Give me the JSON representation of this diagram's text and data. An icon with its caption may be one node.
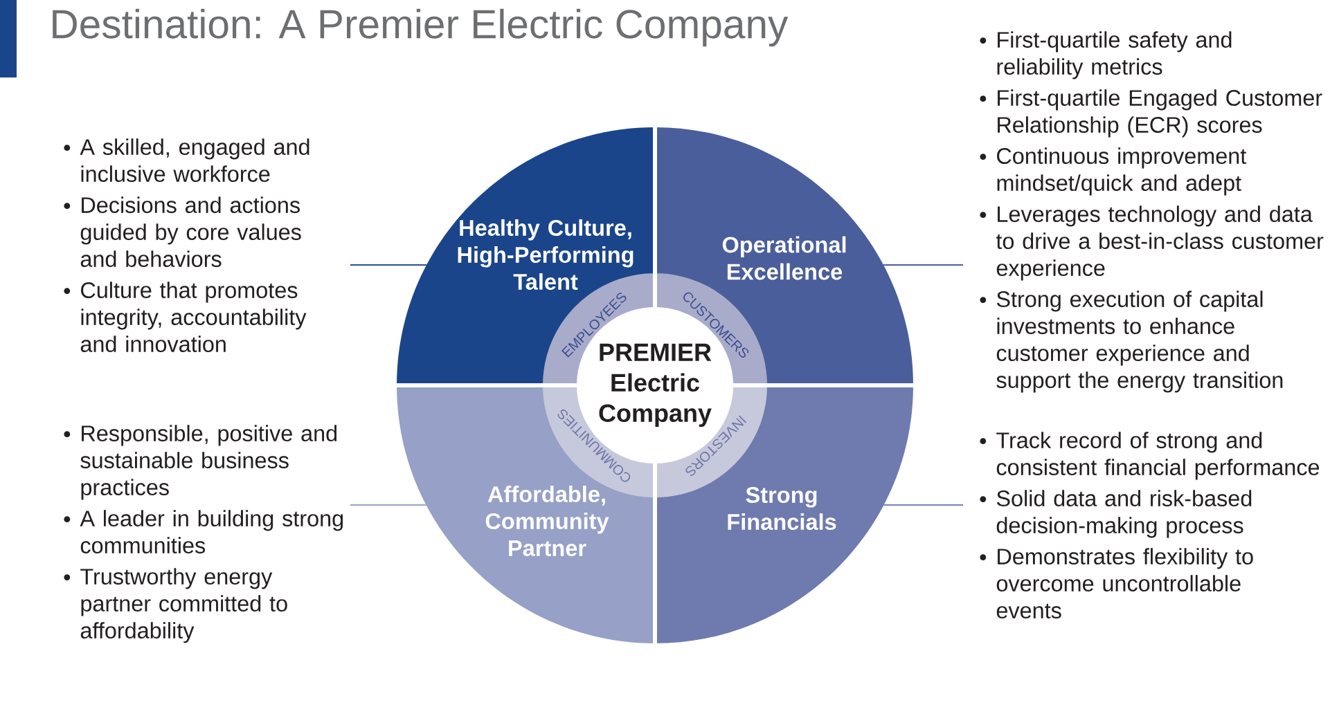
{
  "diagram": {
    "title": "Destination: A Premier Electric Company",
    "nodes": [
      {
        "text": [
          "Healthy Culture, High-Performing Talent"
        ]
      },
      {
        "text": [
          "Operational Excellence"
        ]
      },
      {
        "text": [
          "Affordable, Community Partner"
        ]
      },
      {
        "text": [
          "Strong Financials"
        ]
      },
      {
        "text": [
          "PREMIER Electric Company"
        ]
      },
      {
        "text": [
          "A skilled, engaged and inclusive workforce",
          "Decisions and actions guided by core values and behaviors",
          "Culture that promotes integrity, accountability and innovation"
        ]
      },
      {
        "text": [
          "First-quartile safety and reliability metrics",
          "First-quartile Engaged Customer Relationship (ECR) scores",
          "Continuous improvement mindset/quick and adept",
          "Leverages technology and data to drive a best-in-class customer experience",
          "Strong execution of capital investments to enhance customer experience and support the energy transition"
        ]
      },
      {
        "text": [
          "Responsible, positive and sustainable business practices",
          "A leader in building strong communities",
          "Trustworthy energy partner committed to affordability"
        ]
      },
      {
        "text": [
          "Track record of strong and consistent financial performance",
          "Solid data and risk-based decision-making process",
          "Demonstrates flexibility to overcome uncontrollable events"
        ]
      }
    ],
    "edges": [
      {
        "from": 5,
        "to": 0,
        "arrow": "none",
        "color": "#2a4f8f"
      },
      {
        "from": 6,
        "to": 1,
        "arrow": "none",
        "color": "#4a5e9c"
      },
      {
        "from": 7,
        "to": 2,
        "arrow": "none",
        "color": "#9aa2c8"
      },
      {
        "from": 8,
        "to": 3,
        "arrow": "none",
        "color": "#7480b3"
      }
    ],
    "labels": [
      "EMPLOYEES",
      "CUSTOMERS",
      "INVESTORS",
      "COMMUNITIES"
    ]
  }
}
